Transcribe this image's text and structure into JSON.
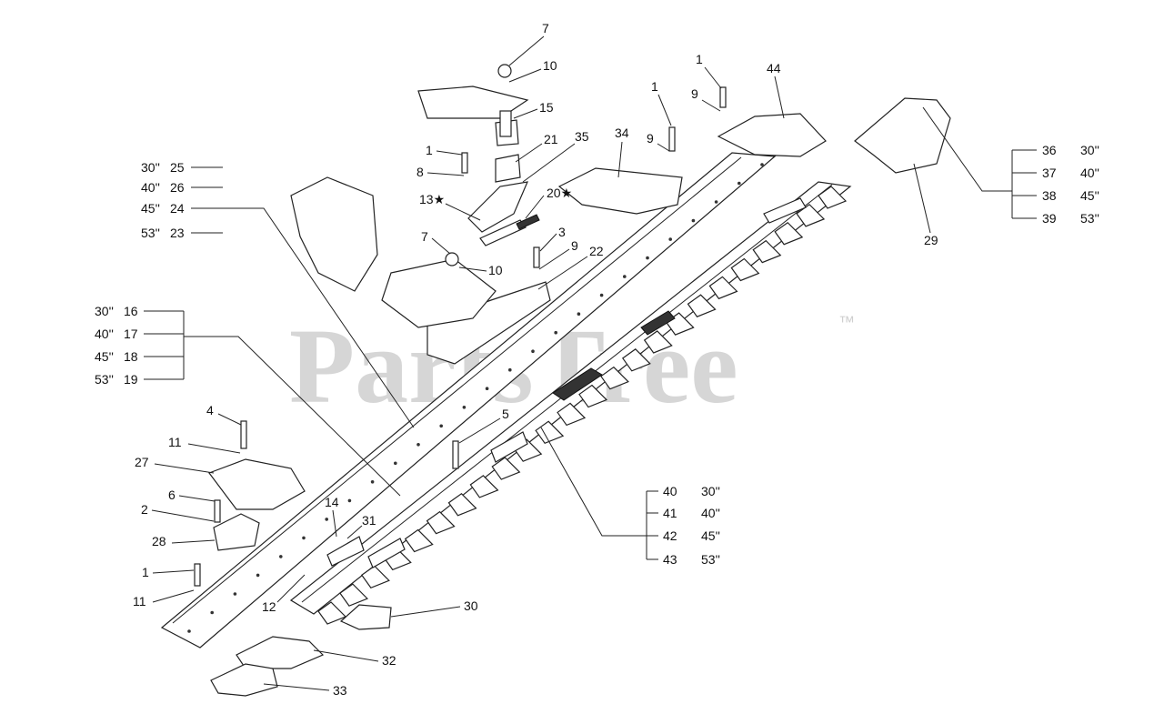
{
  "watermark": {
    "brand": "PartsTree",
    "trademark": "™"
  },
  "callouts": [
    "1",
    "1",
    "1",
    "1",
    "2",
    "3",
    "4",
    "5",
    "6",
    "7",
    "7",
    "8",
    "9",
    "9",
    "9",
    "10",
    "10",
    "11",
    "11",
    "12",
    "13★",
    "14",
    "15",
    "20★",
    "21",
    "22",
    "27",
    "28",
    "29",
    "30",
    "31",
    "32",
    "33",
    "34",
    "35",
    "44"
  ],
  "size_tables": [
    {
      "id": "table-25",
      "rows": [
        {
          "size": "30''",
          "part": "25"
        },
        {
          "size": "40''",
          "part": "26"
        },
        {
          "size": "45''",
          "part": "24"
        },
        {
          "size": "53''",
          "part": "23"
        }
      ]
    },
    {
      "id": "table-16",
      "rows": [
        {
          "size": "30''",
          "part": "16"
        },
        {
          "size": "40''",
          "part": "17"
        },
        {
          "size": "45''",
          "part": "18"
        },
        {
          "size": "53''",
          "part": "19"
        }
      ]
    },
    {
      "id": "table-36",
      "rows": [
        {
          "part": "36",
          "size": "30''"
        },
        {
          "part": "37",
          "size": "40''"
        },
        {
          "part": "38",
          "size": "45''"
        },
        {
          "part": "39",
          "size": "53''"
        }
      ]
    },
    {
      "id": "table-40",
      "rows": [
        {
          "part": "40",
          "size": "30''"
        },
        {
          "part": "41",
          "size": "40''"
        },
        {
          "part": "42",
          "size": "45''"
        },
        {
          "part": "43",
          "size": "53''"
        }
      ]
    }
  ]
}
